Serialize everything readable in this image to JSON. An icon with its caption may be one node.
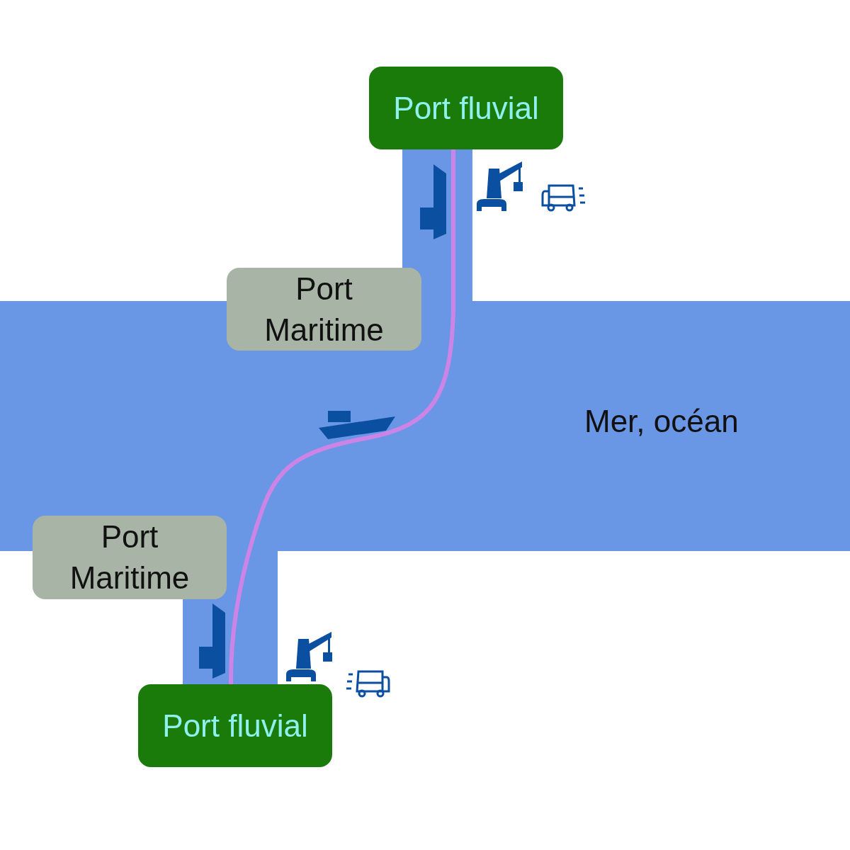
{
  "diagram": {
    "nodes": [
      {
        "text": [
          "Port fluvial"
        ]
      },
      {
        "text": [
          "Port Maritime"
        ]
      },
      {
        "text": [
          "Port Maritime"
        ]
      },
      {
        "text": [
          "Port fluvial"
        ]
      }
    ],
    "edges": [
      {
        "from": 0,
        "to": 3,
        "arrow": "none"
      }
    ],
    "labels": [
      "Mer, océan"
    ]
  }
}
